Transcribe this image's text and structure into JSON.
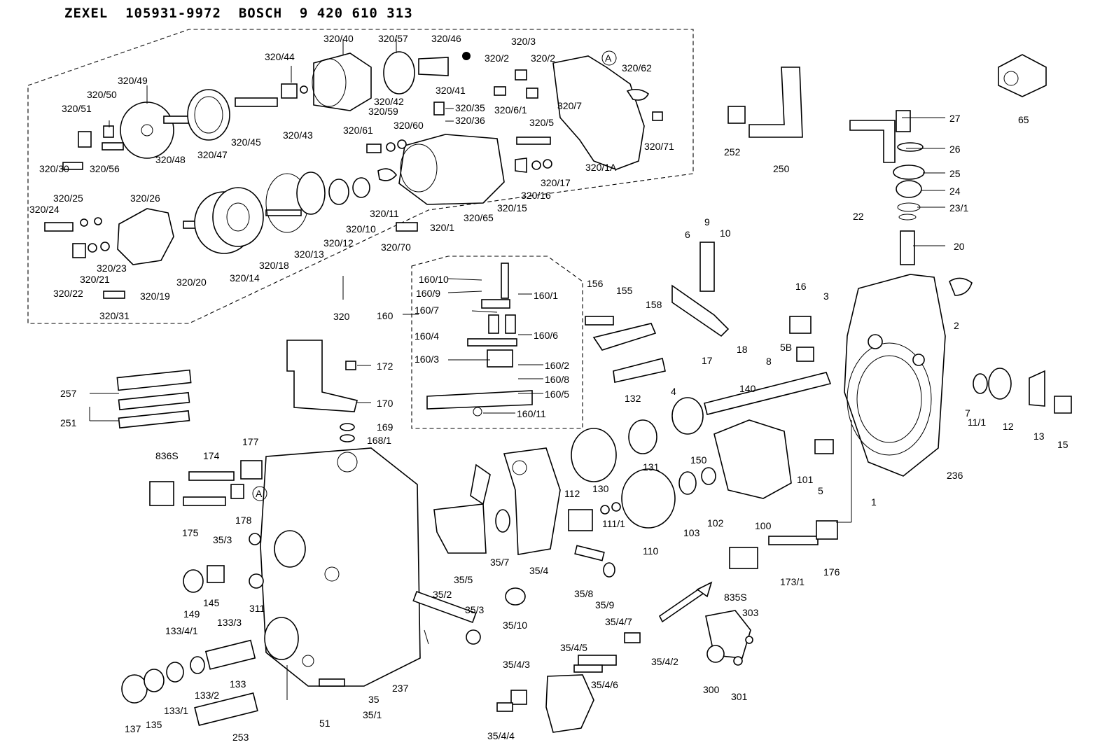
{
  "header": {
    "brand1": "ZEXEL",
    "code1": "105931-9972",
    "brand2": "BOSCH",
    "code2": "9 420 610 313"
  },
  "labels": [
    "320/40",
    "320/57",
    "320/46",
    "320/3",
    "320/44",
    "320/2",
    "320/2",
    "320/62",
    "320/49",
    "320/50",
    "320/51",
    "320/42",
    "320/41",
    "320/35",
    "320/36",
    "320/6/1",
    "320/7",
    "320/5",
    "320/59",
    "320/60",
    "320/61",
    "320/43",
    "320/45",
    "320/47",
    "320/48",
    "320/56",
    "320/30",
    "320/71",
    "320/1A",
    "320/17",
    "320/16",
    "320/15",
    "320/65",
    "320/1",
    "320/11",
    "320/10",
    "320/12",
    "320/13",
    "320/18",
    "320/14",
    "320/20",
    "320/19",
    "320/24",
    "320/25",
    "320/26",
    "320/23",
    "320/21",
    "320/22",
    "320/31",
    "320/70",
    "320",
    "252",
    "250",
    "65",
    "27",
    "26",
    "25",
    "24",
    "23/1",
    "22",
    "20",
    "160/10",
    "160/9",
    "160/1",
    "160/7",
    "160",
    "160/4",
    "160/6",
    "160/3",
    "160/2",
    "160/8",
    "160/5",
    "160/11",
    "156",
    "155",
    "158",
    "6",
    "9",
    "10",
    "16",
    "3",
    "2",
    "18",
    "8",
    "5B",
    "17",
    "132",
    "4",
    "140",
    "7",
    "11/1",
    "12",
    "13",
    "15",
    "172",
    "170",
    "169",
    "168/1",
    "257",
    "251",
    "836S",
    "174",
    "177",
    "175",
    "178",
    "35/3",
    "149",
    "145",
    "311",
    "133/4/1",
    "133/3",
    "133/2",
    "133",
    "133/1",
    "137",
    "135",
    "253",
    "51",
    "35",
    "35/1",
    "237",
    "35/2",
    "35/3",
    "35/10",
    "35/5",
    "35/7",
    "35/4",
    "35/8",
    "35/9",
    "112",
    "111/1",
    "110",
    "130",
    "131",
    "150",
    "103",
    "102",
    "100",
    "101",
    "5",
    "1",
    "236",
    "173/1",
    "176",
    "835S",
    "35/4/7",
    "35/4/5",
    "35/4/6",
    "35/4/3",
    "35/4/2",
    "35/4/4",
    "303",
    "300",
    "301",
    "A",
    "A"
  ]
}
